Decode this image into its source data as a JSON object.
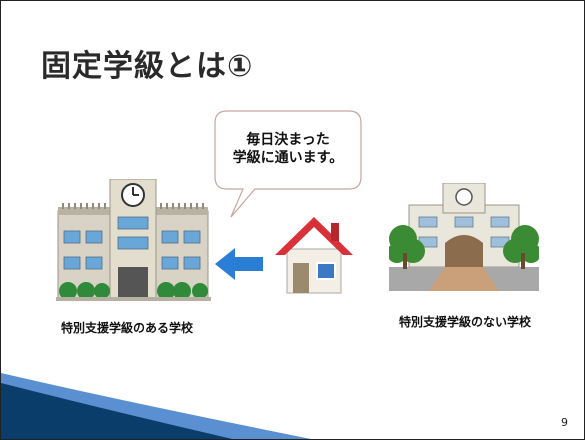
{
  "slide": {
    "title": "固定学級とは①",
    "bubble_line1": "毎日決まった",
    "bubble_line2": "学級に通います。",
    "label_left": "特別支援学級のある学校",
    "label_right": "特別支援学級のない学校",
    "page_number": "9"
  },
  "icons": {
    "school_left": "school-with-clock-icon",
    "house": "house-icon",
    "arrow": "left-arrow-icon",
    "school_right": "school-with-trees-icon"
  },
  "colors": {
    "arrow": "#2a7fd4",
    "roof": "#d9313a",
    "swoosh_dark": "#0b3d6b",
    "swoosh_light": "#5a8fd1"
  }
}
